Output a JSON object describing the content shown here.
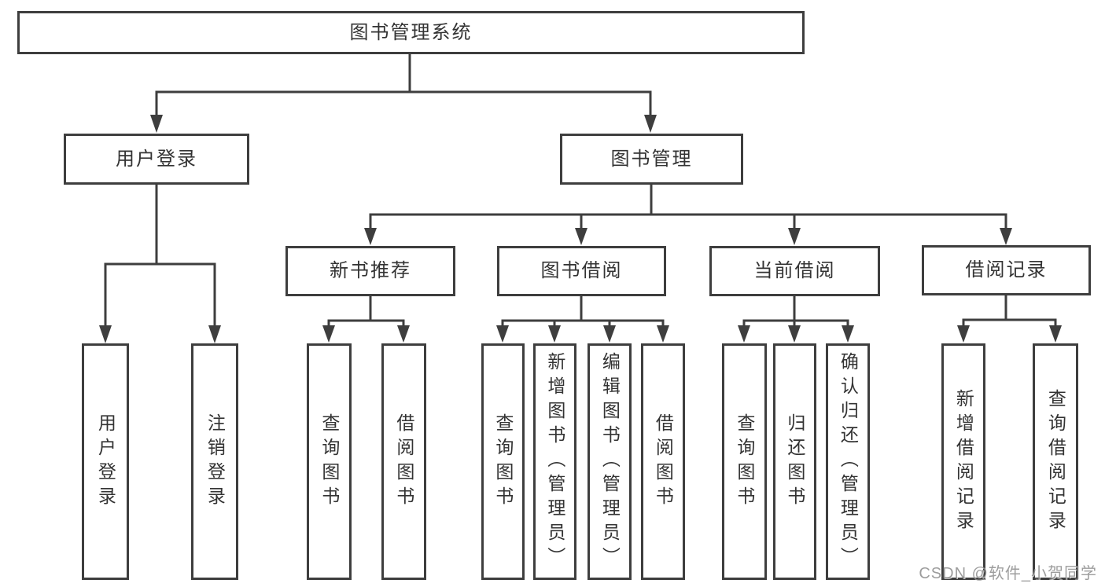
{
  "root": {
    "label": "图书管理系统"
  },
  "level2": [
    {
      "label": "用户登录"
    },
    {
      "label": "图书管理"
    }
  ],
  "modules": [
    {
      "label": "新书推荐"
    },
    {
      "label": "图书借阅"
    },
    {
      "label": "当前借阅"
    },
    {
      "label": "借阅记录"
    }
  ],
  "leaves": {
    "user_login": [
      {
        "label": "用户登录"
      },
      {
        "label": "注销登录"
      }
    ],
    "new_book": [
      {
        "label": "查询图书"
      },
      {
        "label": "借阅图书"
      }
    ],
    "book_borrow": [
      {
        "label": "查询图书"
      },
      {
        "label": "新增图书（管理员）"
      },
      {
        "label": "编辑图书（管理员）"
      },
      {
        "label": "借阅图书"
      }
    ],
    "current_borrow": [
      {
        "label": "查询图书"
      },
      {
        "label": "归还图书"
      },
      {
        "label": "确认归还（管理员）"
      }
    ],
    "borrow_record": [
      {
        "label": "新增借阅记录"
      },
      {
        "label": "查询借阅记录"
      }
    ]
  },
  "watermark": {
    "text": "CSDN @软件_小贺同学"
  },
  "colors": {
    "line": "#3e3e3e",
    "text": "#333333",
    "watermark": "#8c8c8c",
    "background": "#ffffff"
  }
}
